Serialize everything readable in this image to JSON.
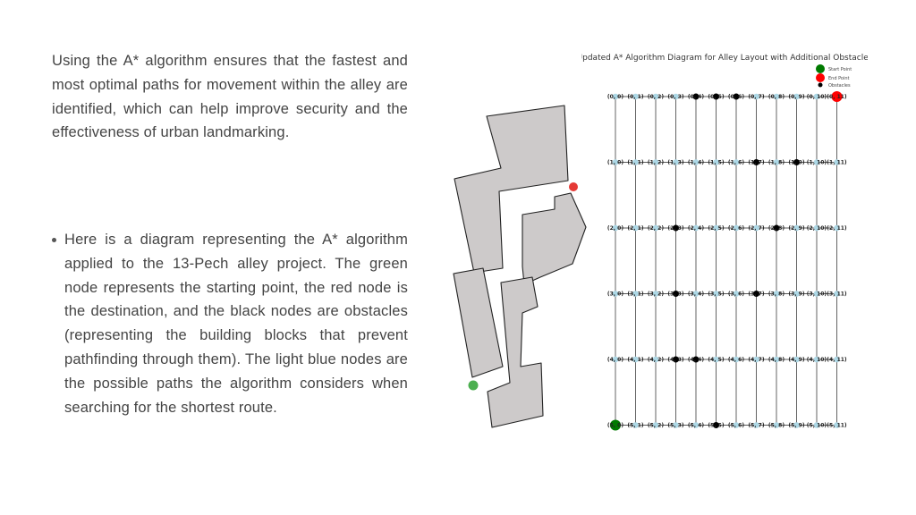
{
  "intro_paragraph": "Using the A* algorithm ensures that the fastest and most optimal paths for movement within the alley are identified, which can help improve security and the effectiveness of urban landmarking.",
  "bullet_paragraph": "Here is a diagram representing the A* algorithm applied to the 13-Pech alley project. The green node represents the starting point, the red node is the destination, and the black nodes are obstacles (representing the building blocks that prevent pathfinding through them). The light blue nodes are the possible paths the algorithm considers when searching for the shortest route.",
  "colors": {
    "text": "#444444",
    "building_fill": "#cdcaca",
    "building_stroke": "#222222",
    "start_node": "#4caf50",
    "end_node": "#e53935",
    "path_node": "#add8e6",
    "obstacle_node": "#000000",
    "start_node_graph": "#007a00",
    "end_node_graph": "#ff0000",
    "edge": "#222222"
  },
  "diagram": {
    "title": "Updated A* Algorithm Diagram for Alley Layout with Additional Obstacles",
    "legend": [
      "Start Point",
      "End Point",
      "Obstacles"
    ],
    "rows": 6,
    "cols": 12,
    "start": [
      5,
      0
    ],
    "end": [
      0,
      11
    ],
    "obstacles": [
      [
        0,
        4
      ],
      [
        0,
        5
      ],
      [
        0,
        6
      ],
      [
        1,
        7
      ],
      [
        1,
        9
      ],
      [
        2,
        3
      ],
      [
        2,
        8
      ],
      [
        3,
        3
      ],
      [
        3,
        7
      ],
      [
        4,
        3
      ],
      [
        4,
        4
      ],
      [
        5,
        5
      ]
    ]
  }
}
